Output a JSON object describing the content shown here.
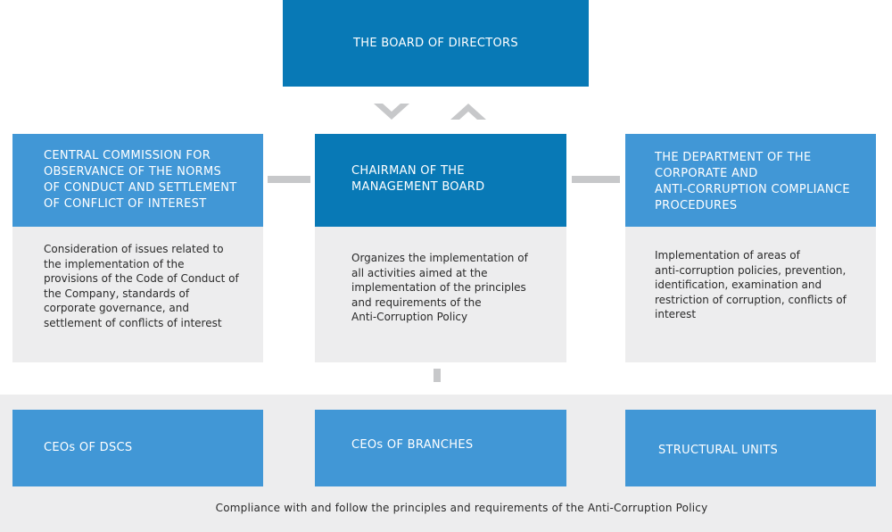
{
  "board": {
    "title": "THE BOARD OF DIRECTORS"
  },
  "left": {
    "title": "CENTRAL COMMISSION FOR\nOBSERVANCE OF THE NORMS\nOF CONDUCT AND SETTLEMENT\nOF CONFLICT OF INTEREST",
    "description": "Consideration of issues related to\nthe implementation of the\nprovisions of the Code of Conduct of\nthe Company, standards of\ncorporate governance, and\nsettlement of conflicts of interest"
  },
  "center": {
    "title": "CHAIRMAN OF THE\nMANAGEMENT BOARD",
    "description": "Organizes the implementation of\nall activities aimed at the\nimplementation of the principles\nand requirements of the\nAnti-Corruption Policy"
  },
  "right": {
    "title": "THE DEPARTMENT OF THE\nCORPORATE AND\nANTI-CORRUPTION COMPLIANCE\nPROCEDURES",
    "description": "Implementation of areas of\nanti-corruption policies, prevention,\nidentification, examination and\nrestriction of corruption, conflicts  of\ninterest"
  },
  "bottom": {
    "units": [
      "CEOs OF DSCS",
      "CEOs OF  BRANCHES",
      "STRUCTURAL UNITS"
    ],
    "footer": "Compliance with and follow the principles and requirements of the Anti-Corruption Policy"
  },
  "colors": {
    "dark_blue": "#0879b6",
    "light_blue": "#4197d6",
    "panel_grey": "#ededee",
    "connector_grey": "#c7c8ca"
  }
}
